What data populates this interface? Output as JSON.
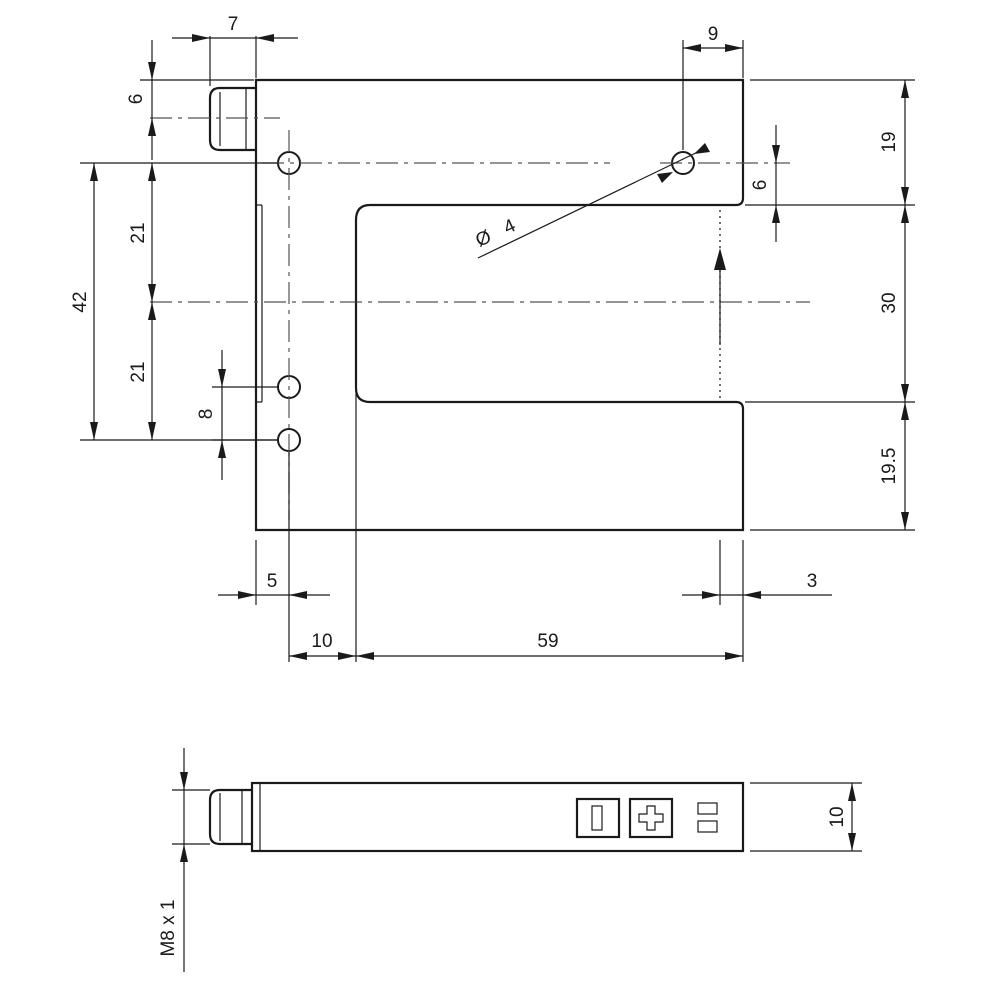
{
  "top_view": {
    "dimensions": {
      "connector_width": "7",
      "connector_offset": "6",
      "hole_offset_top_right": "9",
      "slot_offset": "6",
      "height_top": "19",
      "slot_width": "30",
      "height_bottom": "19.5",
      "hole_spacing_upper": "21",
      "hole_spacing_lower": "21",
      "hole_spacing_total": "42",
      "small_hole_spacing": "8",
      "hole_diameter_symbol": "Ø",
      "hole_diameter": "4",
      "edge_to_hole": "5",
      "hole_to_slot": "10",
      "slot_depth": "59",
      "beam_offset": "3"
    }
  },
  "side_view": {
    "dimensions": {
      "thickness": "10",
      "thread": "M8 x 1"
    },
    "indicators": {
      "minus_symbol": "−",
      "plus_symbol": "+"
    }
  }
}
